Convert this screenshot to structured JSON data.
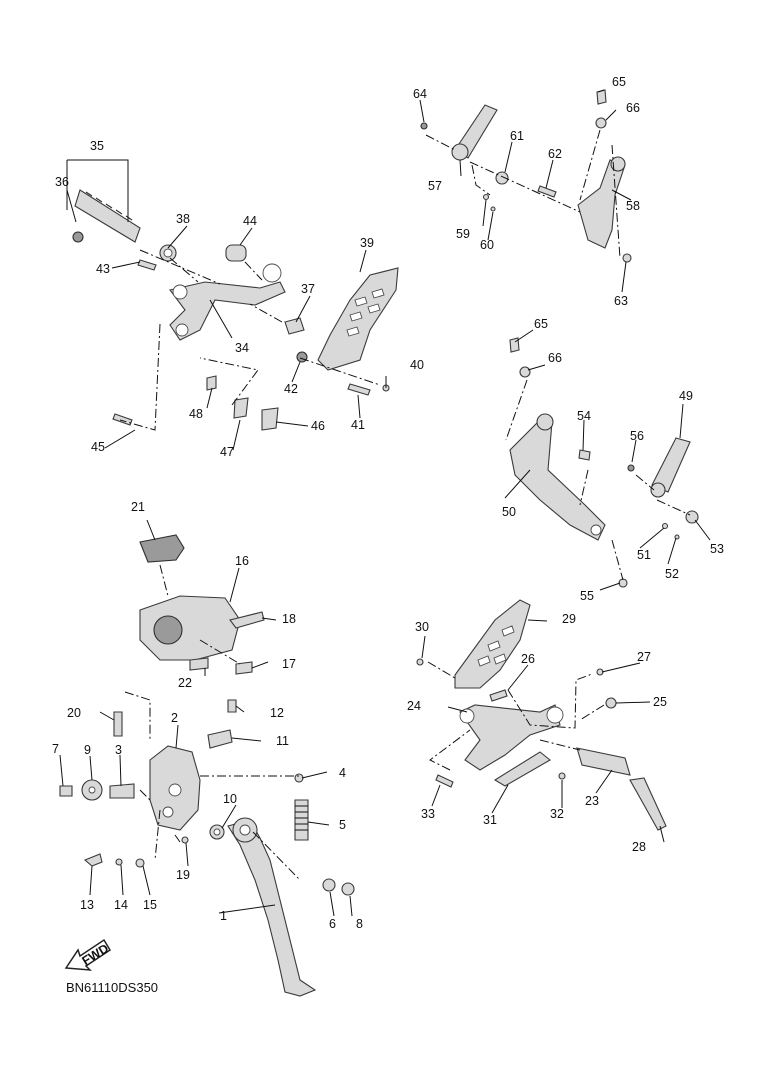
{
  "drawing_code": "BN61110DS350",
  "fwd_label": "FWD",
  "part_numbers": [
    "1",
    "2",
    "3",
    "4",
    "5",
    "6",
    "7",
    "8",
    "9",
    "10",
    "11",
    "12",
    "13",
    "14",
    "15",
    "16",
    "17",
    "18",
    "19",
    "20",
    "21",
    "22",
    "23",
    "24",
    "25",
    "26",
    "27",
    "28",
    "29",
    "30",
    "31",
    "32",
    "33",
    "34",
    "35",
    "36",
    "37",
    "38",
    "39",
    "40",
    "41",
    "42",
    "43",
    "44",
    "45",
    "46",
    "47",
    "48",
    "49",
    "50",
    "51",
    "52",
    "53",
    "54",
    "55",
    "56",
    "57",
    "58",
    "59",
    "60",
    "61",
    "62",
    "63",
    "64",
    "65",
    "66"
  ]
}
